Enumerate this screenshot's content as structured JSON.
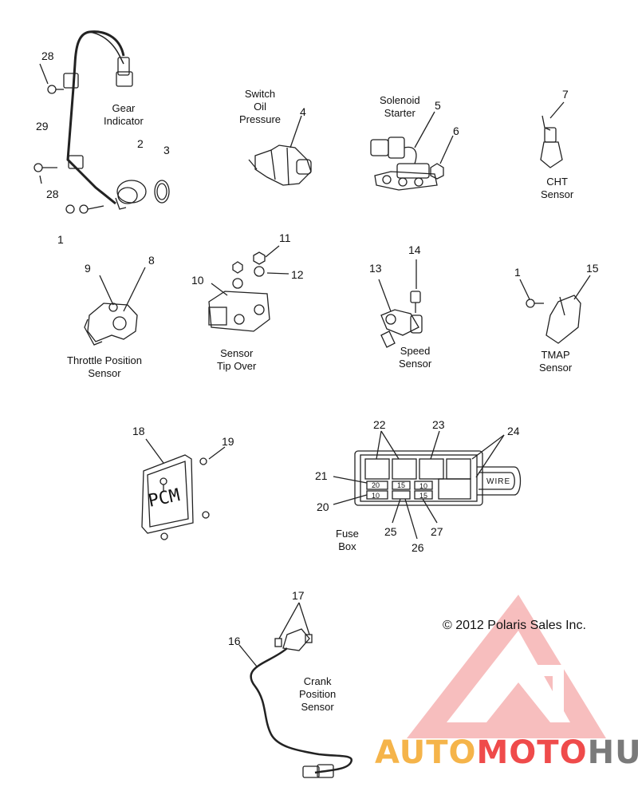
{
  "labels": {
    "gear_indicator": [
      "Gear",
      "Indicator"
    ],
    "switch_oil_pressure": [
      "Switch",
      "Oil",
      "Pressure"
    ],
    "solenoid_starter": [
      "Solenoid",
      "Starter"
    ],
    "cht_sensor": [
      "CHT",
      "Sensor"
    ],
    "throttle_position_sensor": [
      "Throttle Position",
      "Sensor"
    ],
    "sensor_tip_over": [
      "Sensor",
      "Tip Over"
    ],
    "speed_sensor": [
      "Speed",
      "Sensor"
    ],
    "tmap_sensor": [
      "TMAP",
      "Sensor"
    ],
    "fuse_box": [
      "Fuse",
      "Box"
    ],
    "crank_position_sensor": [
      "Crank",
      "Position",
      "Sensor"
    ]
  },
  "callouts": {
    "c28a": "28",
    "c29": "29",
    "c28b": "28",
    "c1a": "1",
    "c2": "2",
    "c3": "3",
    "c4": "4",
    "c5": "5",
    "c6": "6",
    "c7": "7",
    "c9": "9",
    "c8": "8",
    "c10": "10",
    "c11": "11",
    "c12": "12",
    "c13": "13",
    "c14": "14",
    "c1b": "1",
    "c15": "15",
    "c18": "18",
    "c19": "19",
    "c22": "22",
    "c23": "23",
    "c24": "24",
    "c21": "21",
    "c20": "20",
    "c25": "25",
    "c26": "26",
    "c27": "27",
    "c17": "17",
    "c16": "16"
  },
  "pcm_text": "PCM",
  "fuse_box_markings": {
    "f20": "20",
    "f10": "10",
    "f15": "15",
    "f10b": "10",
    "f15b": "15",
    "wire": "WIRE"
  },
  "copyright": "© 2012 Polaris Sales Inc.",
  "watermark": {
    "part1": "AUTO",
    "part2": "MOTO",
    "part3": "HUB",
    "color_part1": "#f5b44a",
    "color_part2": "#ef4b4b",
    "color_part3": "#7a7a7a"
  }
}
